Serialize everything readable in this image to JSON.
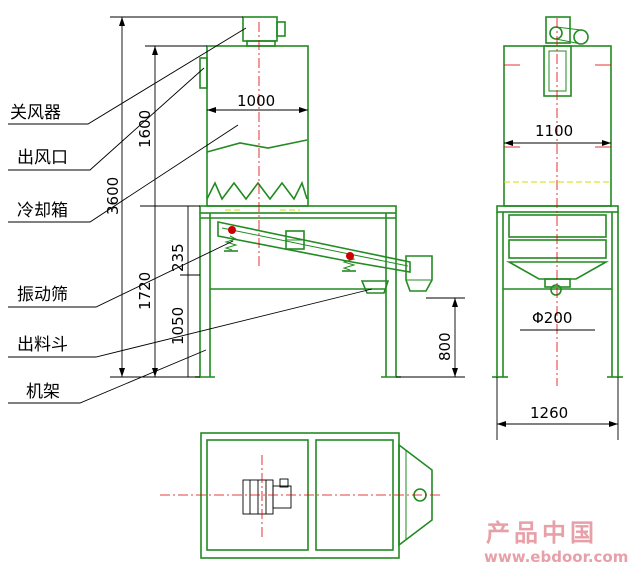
{
  "labels": {
    "air_lock": "关风器",
    "air_outlet": "出风口",
    "cooling_box": "冷却箱",
    "vibrating_screen": "振动筛",
    "discharge_hopper": "出料斗",
    "frame": "机架"
  },
  "dimensions": {
    "total_height": "3600",
    "upper_height": "1600",
    "lower_height": "1720",
    "screen_offset": "235",
    "frame_height": "1050",
    "discharge_height": "800",
    "box_width_front": "1000",
    "box_width_side": "1100",
    "hopper_diameter": "Φ200",
    "frame_width_side": "1260"
  },
  "watermark": {
    "name": "产品中国",
    "url": "www.ebdoor.com"
  },
  "colors": {
    "outline": "#228b22",
    "centerline": "#e00000",
    "dimension": "#000000",
    "hidden": "#d8d800",
    "watermark": "#e8a0a8"
  }
}
